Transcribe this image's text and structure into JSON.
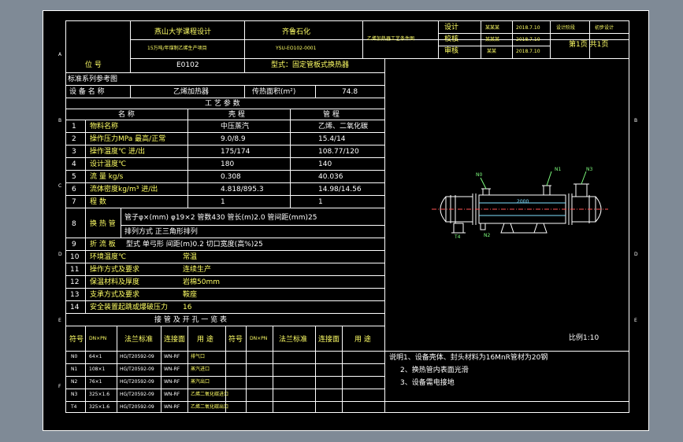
{
  "title_block": {
    "university": "燕山大学课程设计",
    "project": "15万吨/年煤制乙烯生产项目",
    "company": "齐鲁石化",
    "drawing_no": "YSU-EO102-0001",
    "drawing_title": "乙烯加热器工艺条件图",
    "role_design": "设计",
    "role_check": "校核",
    "role_review": "审核",
    "name1": "某某某",
    "name2": "某某某",
    "name3": "某某",
    "date1": "2018.7.10",
    "date2": "2018.7.10",
    "date3": "2018.7.10",
    "stage": "设计阶段",
    "stage_val": "初步设计",
    "sheet": "第1页 共1页"
  },
  "info": {
    "pos_label": "位 号",
    "pos_val": "E0102",
    "type_val": "型式：固定管板式换热器",
    "std_label": "标准系列参考图",
    "name_label": "设 备 名 称",
    "name_val": "乙烯加热器",
    "area_label": "传热面积(m²)",
    "area_val": "74.8"
  },
  "process": {
    "header": "工 艺 参 数",
    "col_name": "名  称",
    "col_shell": "壳  程",
    "col_tube": "管  程",
    "rows": [
      {
        "no": "1",
        "name": "物料名称",
        "shell": "中压蒸汽",
        "tube": "乙烯、二氧化碳"
      },
      {
        "no": "2",
        "name": "操作压力MPa  最高/正常",
        "shell": "9.0/8.9",
        "tube": "15.4/14"
      },
      {
        "no": "3",
        "name": "操作温度℃  进/出",
        "shell": "175/174",
        "tube": "108.77/120"
      },
      {
        "no": "4",
        "name": "设计温度℃",
        "shell": "180",
        "tube": "140"
      },
      {
        "no": "5",
        "name": "流 量 kg/s",
        "shell": "0.308",
        "tube": "40.036"
      },
      {
        "no": "6",
        "name": "流体密度kg/m³ 进/出",
        "shell": "4.818/895.3",
        "tube": "14.98/14.56"
      },
      {
        "no": "7",
        "name": "程 数",
        "shell": "1",
        "tube": "1"
      }
    ],
    "r8_label": "换 热 管",
    "r8_line1": "管子φ×(mm) φ19×2   管数430   管长(m)2.0 管间距(mm)25",
    "r8_line2": "排列方式            正三角形排列",
    "r9_label": "折 流 板",
    "r9_val": "型式 单弓形      间距(m)0.2      切口宽度(高%)25",
    "rest": [
      {
        "no": "10",
        "name": "环境温度℃",
        "val": "常温"
      },
      {
        "no": "11",
        "name": "操作方式及要求",
        "val": "连续生产"
      },
      {
        "no": "12",
        "name": "保温材料及厚度",
        "val": "岩棉50mm"
      },
      {
        "no": "13",
        "name": "支承方式及要求",
        "val": "鞍座"
      },
      {
        "no": "14",
        "name": "安全装置起跳或爆破压力",
        "val": "16"
      }
    ]
  },
  "nozzles": {
    "header": "接 管 及 开 孔 一 览 表",
    "cols": [
      "符号",
      "DN×PN",
      "法兰标准",
      "连接面",
      "用  途",
      "符号",
      "DN×PN",
      "法兰标准",
      "连接面",
      "用  途"
    ],
    "rows": [
      {
        "sym": "N0",
        "dn": "64×1",
        "std": "HG/T20592-09",
        "face": "WN-RF",
        "use": "排气口"
      },
      {
        "sym": "N1",
        "dn": "108×1",
        "std": "HG/T20592-09",
        "face": "WN-RF",
        "use": "蒸汽进口"
      },
      {
        "sym": "N2",
        "dn": "76×1",
        "std": "HG/T20592-09",
        "face": "WN-RF",
        "use": "蒸汽出口"
      },
      {
        "sym": "N3",
        "dn": "325×1.6",
        "std": "HG/T20592-09",
        "face": "WN-RF",
        "use": "乙烯二氧化碳进口"
      },
      {
        "sym": "T4",
        "dn": "325×1.6",
        "std": "HG/T20592-09",
        "face": "WN-RF",
        "use": "乙烯二氧化碳出口"
      }
    ]
  },
  "drawing": {
    "scale": "比例1:10",
    "tag_n0": "N0",
    "tag_n1": "N1",
    "tag_n2": "N2",
    "tag_n3": "N3",
    "tag_t4": "T4",
    "dim": "2000"
  },
  "notes": {
    "l1": "说明1、设备壳体、封头材料为16MnR管材为20钢",
    "l2": "2、换热管内表面光滑",
    "l3": "3、设备需电接地"
  },
  "zones": {
    "a": "A",
    "b": "B",
    "c": "C",
    "d": "D",
    "e": "E",
    "f": "F"
  }
}
